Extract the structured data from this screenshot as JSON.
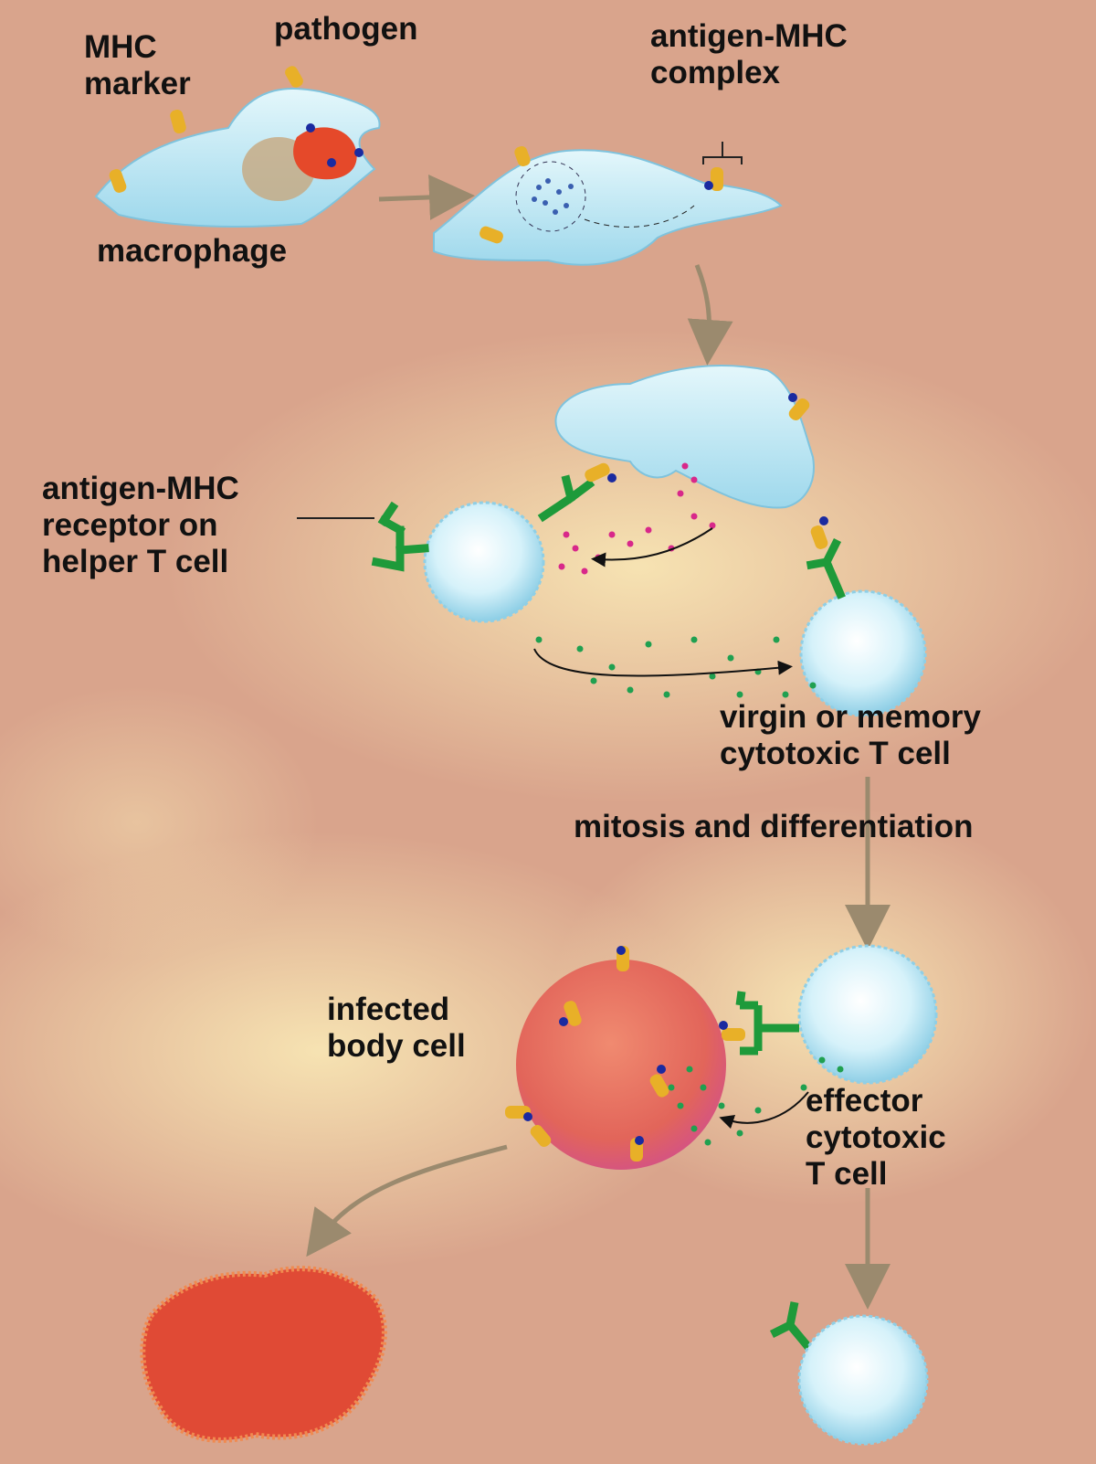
{
  "labels": {
    "mhc_marker": [
      "MHC",
      "marker"
    ],
    "pathogen": "pathogen",
    "antigen_mhc_complex": [
      "antigen-MHC",
      "complex"
    ],
    "macrophage": "macrophage",
    "receptor": [
      "antigen-MHC",
      "receptor on",
      "helper T cell"
    ],
    "virgin_memory": [
      "virgin or memory",
      "cytotoxic T cell"
    ],
    "mitosis": "mitosis and differentiation",
    "infected": [
      "infected",
      "body cell"
    ],
    "effector": [
      "effector",
      "cytotoxic",
      "T cell"
    ]
  },
  "colors": {
    "background": "#d9a48c",
    "glow": "#f6e2b0",
    "cell_blue": "#bfe7f3",
    "t_cell": "#d8f3fb",
    "receptor_green": "#1e9a3a",
    "infected_red": "#e0604f",
    "arrow": "#9b8a6e",
    "marker": "#e8b028",
    "antigen": "#1a2aa0",
    "cytokine_pink": "#d8288a",
    "cytokine_green": "#20a050"
  }
}
